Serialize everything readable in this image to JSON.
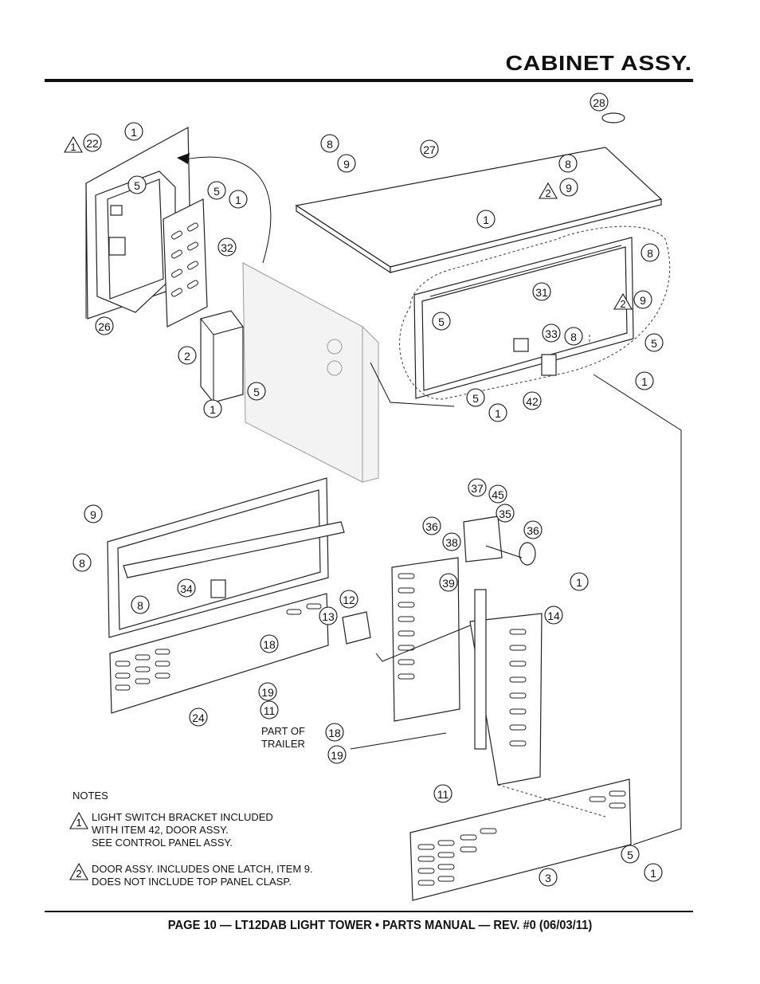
{
  "page_title": "CABINET ASSY.",
  "footer": "PAGE 10 — LT12DAB LIGHT TOWER • PARTS MANUAL — REV. #0 (06/03/11)",
  "notes": {
    "heading": "NOTES",
    "items": [
      {
        "marker": "1",
        "text": "LIGHT SWITCH BRACKET INCLUDED\nWITH ITEM 42, DOOR ASSY.\nSEE CONTROL PANEL ASSY."
      },
      {
        "marker": "2",
        "text": "DOOR ASSY. INCLUDES ONE LATCH, ITEM 9.\nDOES NOT INCLUDE TOP PANEL CLASP."
      }
    ]
  },
  "trailer_label": "PART OF\nTRAILER",
  "callouts": [
    "28",
    "8",
    "9",
    "27",
    "8",
    "9",
    "1",
    "22",
    "5",
    "5",
    "1",
    "32",
    "1",
    "31",
    "8",
    "9",
    "5",
    "26",
    "2",
    "5",
    "1",
    "33",
    "8",
    "5",
    "1",
    "5",
    "1",
    "42",
    "9",
    "8",
    "8",
    "34",
    "37",
    "45",
    "35",
    "36",
    "36",
    "38",
    "39",
    "1",
    "12",
    "13",
    "14",
    "18",
    "19",
    "11",
    "24",
    "18",
    "19",
    "11",
    "5",
    "1",
    "3"
  ],
  "note_markers": [
    "1",
    "2",
    "2",
    "2"
  ]
}
